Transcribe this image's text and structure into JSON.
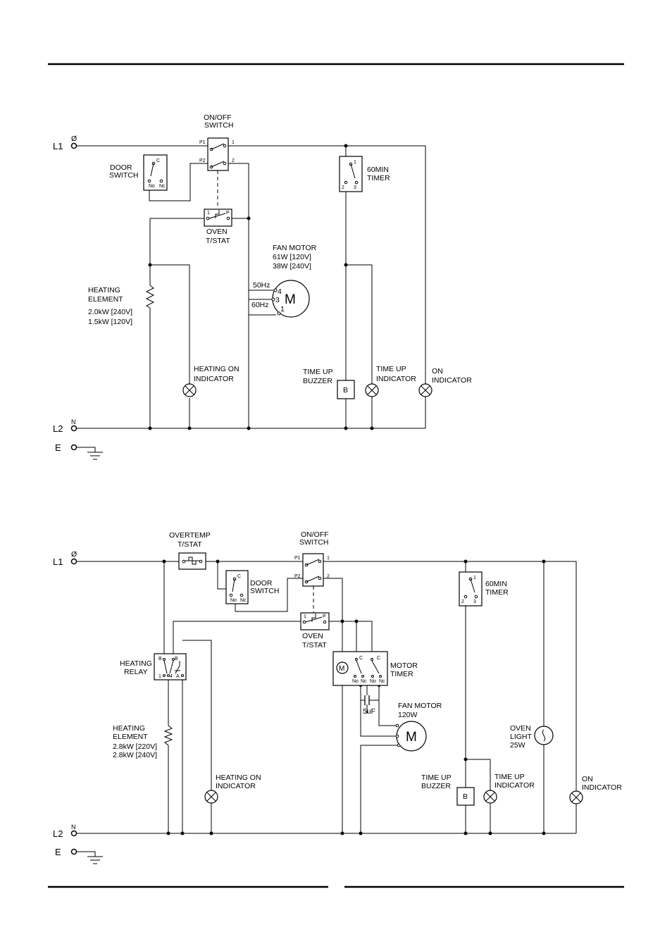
{
  "common": {
    "l1": "L1",
    "l2": "L2",
    "earth": "E",
    "phase": "Ø",
    "neutral": "N"
  },
  "d1": {
    "on_off_switch": [
      "ON/OFF",
      "SWITCH"
    ],
    "door_switch": [
      "DOOR",
      "SWITCH"
    ],
    "oven_tstat": [
      "OVEN",
      "T/STAT"
    ],
    "timer": [
      "60MIN",
      "TIMER"
    ],
    "fan_motor": [
      "FAN MOTOR",
      "61W [120V]",
      "38W [240V]"
    ],
    "heating_element": [
      "HEATING",
      "ELEMENT",
      "2.0kW [240V]",
      "1.5kW [120V]"
    ],
    "hz50": "50Hz",
    "hz60": "60Hz",
    "motor_terms": [
      "4",
      "3",
      "1"
    ],
    "heating_on": [
      "HEATING ON",
      "INDICATOR"
    ],
    "time_up_buzzer": [
      "TIME UP",
      "BUZZER"
    ],
    "time_up_ind": [
      "TIME UP",
      "INDICATOR"
    ],
    "on_ind": [
      "ON",
      "INDICATOR"
    ],
    "buzzer_letter": "B",
    "motor_letter": "M",
    "switch_terms": {
      "p1": "P1",
      "p2": "P2",
      "t1": "1",
      "t2": "2"
    },
    "door_terms": {
      "c": "C",
      "no": "No",
      "nc": "Nc"
    },
    "tstat_terms": {
      "one": "1",
      "p": "P"
    },
    "timer_terms": {
      "one": "1",
      "two": "2",
      "three": "3"
    }
  },
  "d2": {
    "overtemp": [
      "OVERTEMP",
      "T/STAT"
    ],
    "on_off_switch": [
      "ON/OFF",
      "SWITCH"
    ],
    "door_switch": [
      "DOOR",
      "SWITCH"
    ],
    "timer": [
      "60MIN",
      "TIMER"
    ],
    "oven_tstat": [
      "OVEN",
      "T/STAT"
    ],
    "heating_relay": [
      "HEATING",
      "RELAY"
    ],
    "motor_timer": [
      "MOTOR",
      "TIMER"
    ],
    "capacitor": "5uF",
    "fan_motor": [
      "FAN MOTOR",
      "120W"
    ],
    "heating_element": [
      "HEATING",
      "ELEMENT",
      "2.8kW [220V]",
      "2.8kW [240V]"
    ],
    "oven_light": [
      "OVEN",
      "LIGHT",
      "25W"
    ],
    "heating_on": [
      "HEATING ON",
      "INDICATOR"
    ],
    "time_up_buzzer": [
      "TIME UP",
      "BUZZER"
    ],
    "time_up_ind": [
      "TIME UP",
      "INDICATOR"
    ],
    "on_ind": [
      "ON",
      "INDICATOR"
    ],
    "buzzer_letter": "B",
    "motor_letter": "M",
    "relay_terms": {
      "b1": "B",
      "b2": "B",
      "one": "1",
      "four": "4",
      "a": "A"
    },
    "mt_terms": {
      "c": "C",
      "no": "No",
      "nc": "Nc"
    }
  }
}
